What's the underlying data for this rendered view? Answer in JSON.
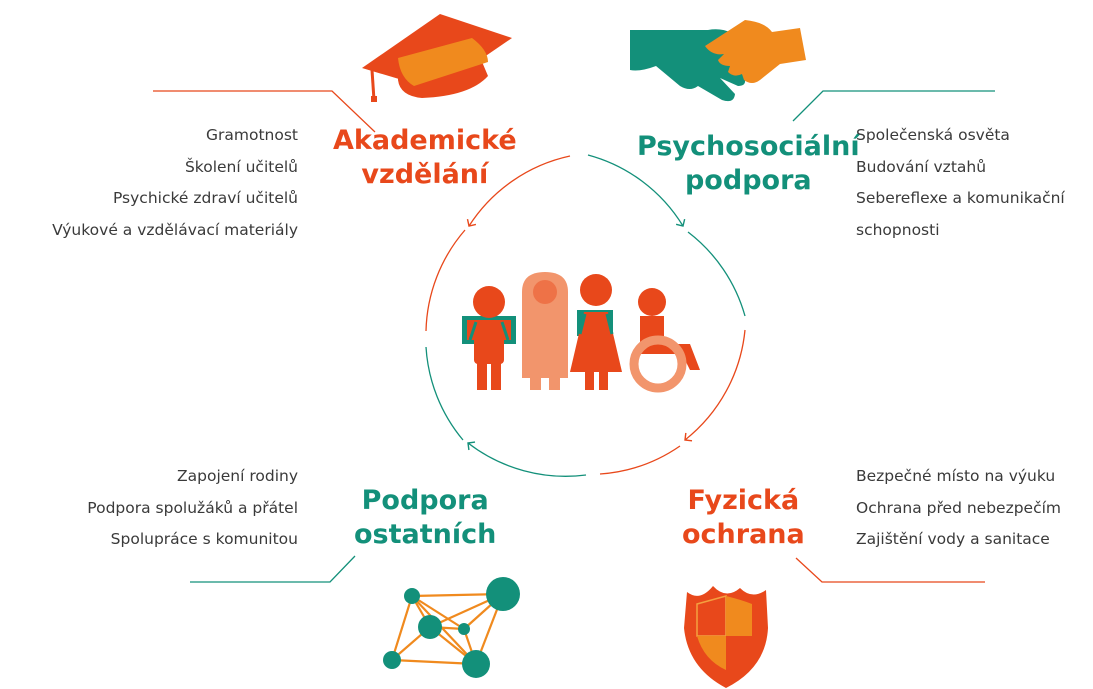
{
  "colors": {
    "orange": "#e8481b",
    "orange_light": "#f08a1e",
    "salmon": "#f2956c",
    "green": "#13907a",
    "text": "#3a3a3a"
  },
  "sections": {
    "academic": {
      "title": [
        "Akademické",
        "vzdělání"
      ],
      "items": [
        "Gramotnost",
        "Školení učitelů",
        "Psychické zdraví učitelů",
        "Výukové a vzdělávací materiály"
      ],
      "icon": "graduation-cap-icon"
    },
    "psychosocial": {
      "title": [
        "Psychosociální",
        "podpora"
      ],
      "items": [
        "Společenská osvěta",
        "Budování vztahů",
        "Sebereflexe a komunikační",
        "schopnosti"
      ],
      "icon": "handshake-icon"
    },
    "others": {
      "title": [
        "Podpora",
        "ostatních"
      ],
      "items": [
        "Zapojení rodiny",
        "Podpora spolužáků a přátel",
        "Spolupráce s komunitou"
      ],
      "icon": "network-icon"
    },
    "physical": {
      "title": [
        "Fyzická",
        "ochrana"
      ],
      "items": [
        "Bezpečné místo na výuku",
        "Ochrana před nebezpečím",
        "Zajištění vody a sanitace"
      ],
      "icon": "shield-icon"
    }
  },
  "center_icon": "children-group-icon"
}
